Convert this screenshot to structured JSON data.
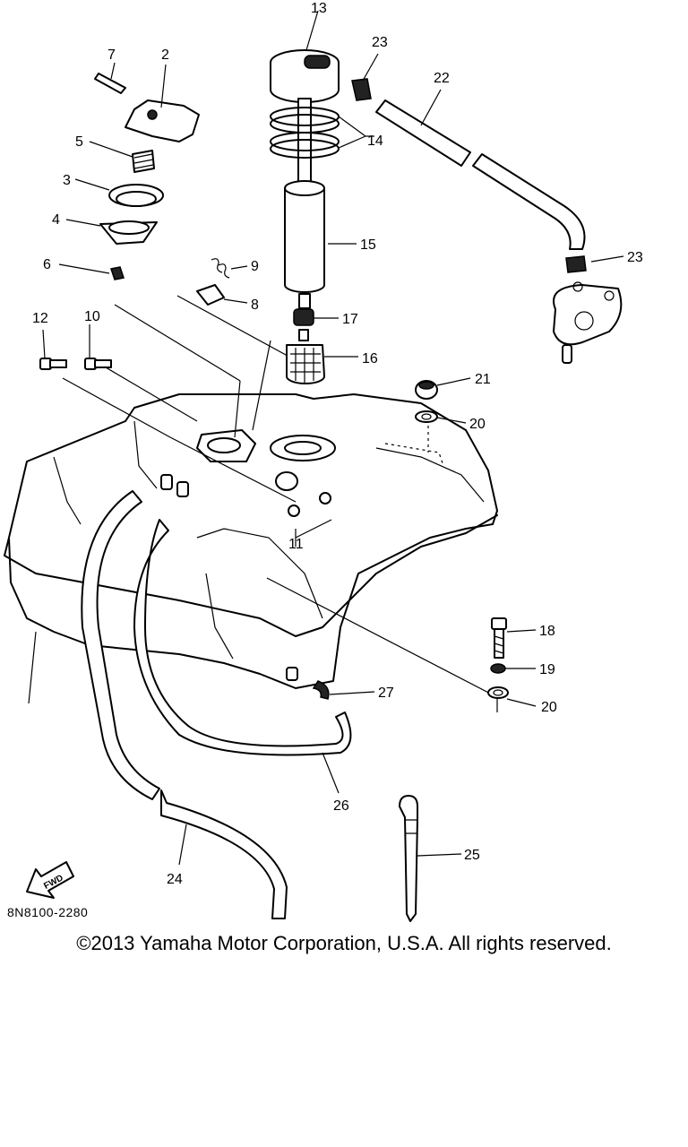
{
  "diagram": {
    "callouts": [
      {
        "id": "c13",
        "label": "13"
      },
      {
        "id": "c23a",
        "label": "23"
      },
      {
        "id": "c22",
        "label": "22"
      },
      {
        "id": "c7",
        "label": "7"
      },
      {
        "id": "c2",
        "label": "2"
      },
      {
        "id": "c14",
        "label": "14"
      },
      {
        "id": "c5",
        "label": "5"
      },
      {
        "id": "c3",
        "label": "3"
      },
      {
        "id": "c4",
        "label": "4"
      },
      {
        "id": "c15",
        "label": "15"
      },
      {
        "id": "c23b",
        "label": "23"
      },
      {
        "id": "c6",
        "label": "6"
      },
      {
        "id": "c9",
        "label": "9"
      },
      {
        "id": "c8",
        "label": "8"
      },
      {
        "id": "c17",
        "label": "17"
      },
      {
        "id": "c12",
        "label": "12"
      },
      {
        "id": "c10",
        "label": "10"
      },
      {
        "id": "c16",
        "label": "16"
      },
      {
        "id": "c21",
        "label": "21"
      },
      {
        "id": "c20a",
        "label": "20"
      },
      {
        "id": "c11",
        "label": "11"
      },
      {
        "id": "c18",
        "label": "18"
      },
      {
        "id": "c19",
        "label": "19"
      },
      {
        "id": "c27",
        "label": "27"
      },
      {
        "id": "c20b",
        "label": "20"
      },
      {
        "id": "c26",
        "label": "26"
      },
      {
        "id": "c25",
        "label": "25"
      },
      {
        "id": "c24",
        "label": "24"
      }
    ],
    "fwd_label": "FWD",
    "code": "8N8100-2280"
  },
  "footer": {
    "copyright": "©2013 Yamaha Motor Corporation, U.S.A. All rights reserved."
  }
}
